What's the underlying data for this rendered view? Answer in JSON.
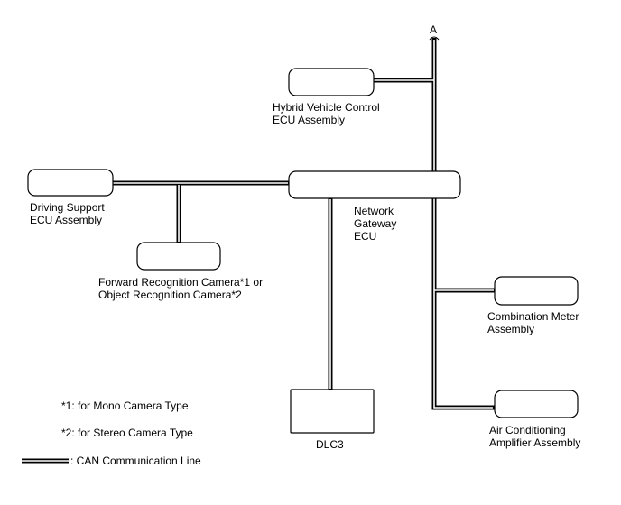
{
  "diagram": {
    "bus_label": "A",
    "nodes": {
      "hybrid": {
        "line1": "Hybrid Vehicle Control",
        "line2": "ECU Assembly"
      },
      "driving": {
        "line1": "Driving Support",
        "line2": "ECU Assembly"
      },
      "gateway": {
        "line1": "Network",
        "line2": "Gateway",
        "line3": "ECU"
      },
      "camera": {
        "line1": "Forward Recognition Camera*1 or",
        "line2": "Object Recognition Camera*2"
      },
      "meter": {
        "line1": "Combination Meter",
        "line2": "Assembly"
      },
      "dlc3": {
        "line1": "DLC3"
      },
      "aircon": {
        "line1": "Air Conditioning",
        "line2": "Amplifier Assembly"
      }
    },
    "notes": {
      "note1": "*1: for Mono Camera Type",
      "note2": "*2: for Stereo Camera Type"
    },
    "legend": {
      "label": ": CAN Communication Line"
    }
  }
}
